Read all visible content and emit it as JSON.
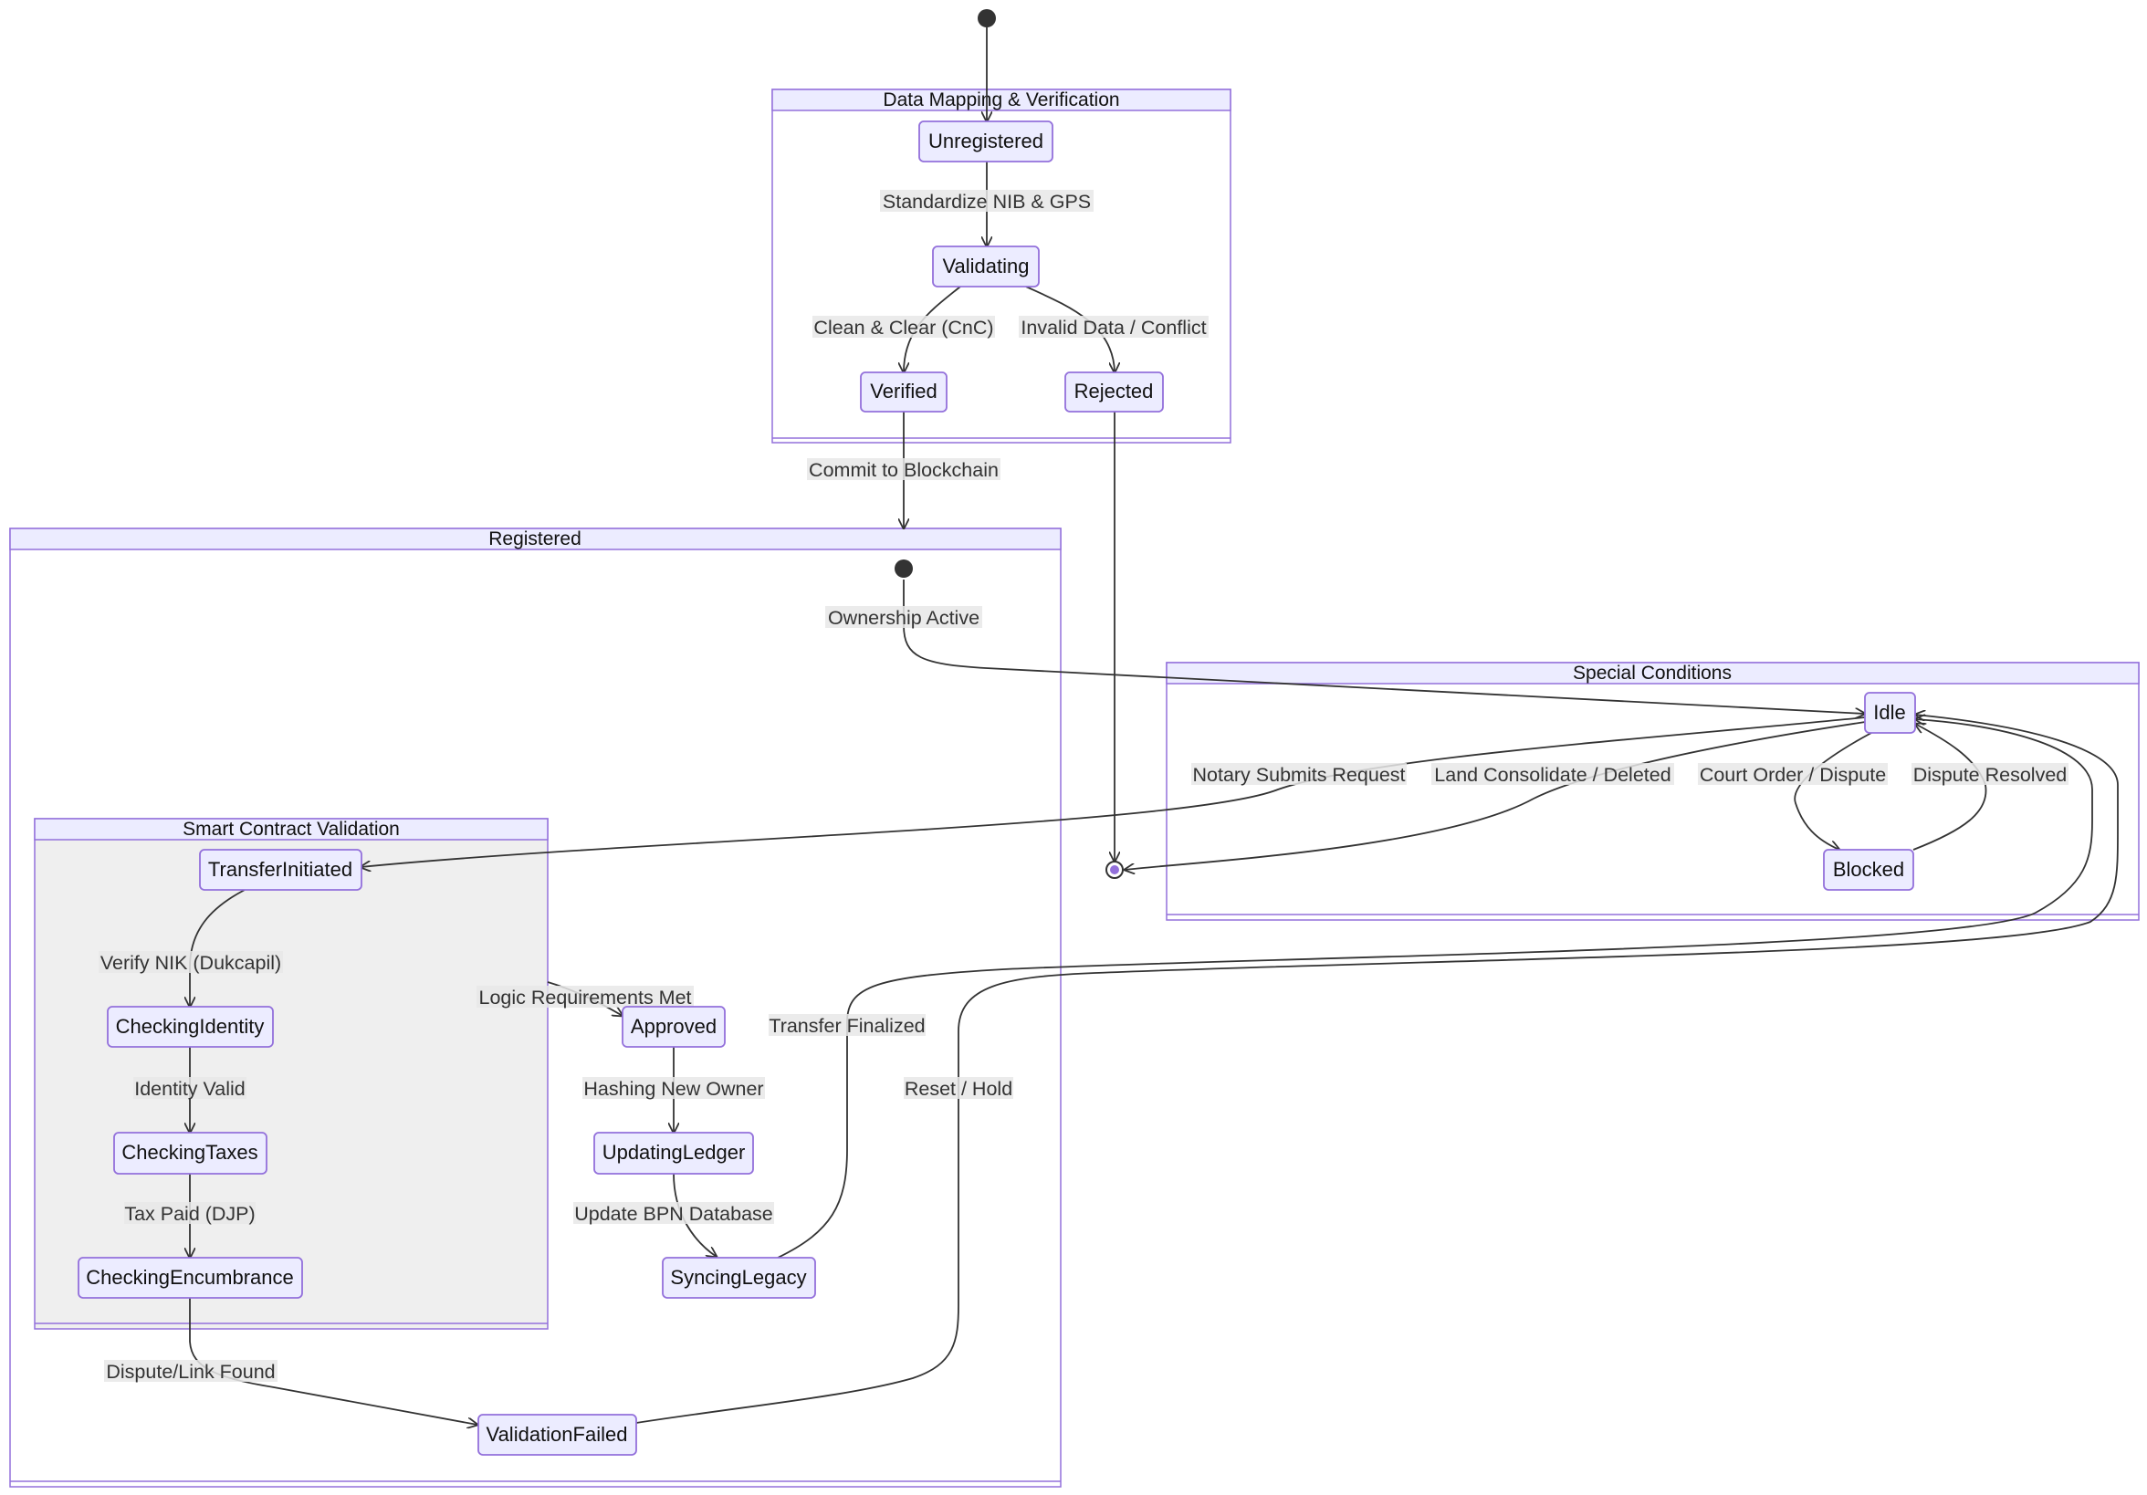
{
  "clusters": {
    "data_mapping": "Data Mapping & Verification",
    "registered": "Registered",
    "smart_contract": "Smart Contract Validation",
    "special": "Special Conditions"
  },
  "states": {
    "unregistered": "Unregistered",
    "validating": "Validating",
    "verified": "Verified",
    "rejected": "Rejected",
    "idle": "Idle",
    "blocked": "Blocked",
    "transfer_initiated": "TransferInitiated",
    "checking_identity": "CheckingIdentity",
    "checking_taxes": "CheckingTaxes",
    "checking_encumbrance": "CheckingEncumbrance",
    "approved": "Approved",
    "updating_ledger": "UpdatingLedger",
    "syncing_legacy": "SyncingLegacy",
    "validation_failed": "ValidationFailed"
  },
  "transitions": {
    "standardize": "Standardize NIB & GPS",
    "clean_clear": "Clean & Clear (CnC)",
    "invalid_data": "Invalid Data / Conflict",
    "commit": "Commit to Blockchain",
    "ownership_active": "Ownership Active",
    "notary_submits": "Notary Submits Request",
    "land_consolidate": "Land Consolidate / Deleted",
    "court_order": "Court Order / Dispute",
    "dispute_resolved": "Dispute Resolved",
    "verify_nik": "Verify NIK (Dukcapil)",
    "identity_valid": "Identity Valid",
    "tax_paid": "Tax Paid (DJP)",
    "dispute_link": "Dispute/Link Found",
    "logic_met": "Logic Requirements Met",
    "hashing": "Hashing New Owner",
    "update_bpn": "Update BPN Database",
    "transfer_finalized": "Transfer Finalized",
    "reset_hold": "Reset / Hold"
  }
}
